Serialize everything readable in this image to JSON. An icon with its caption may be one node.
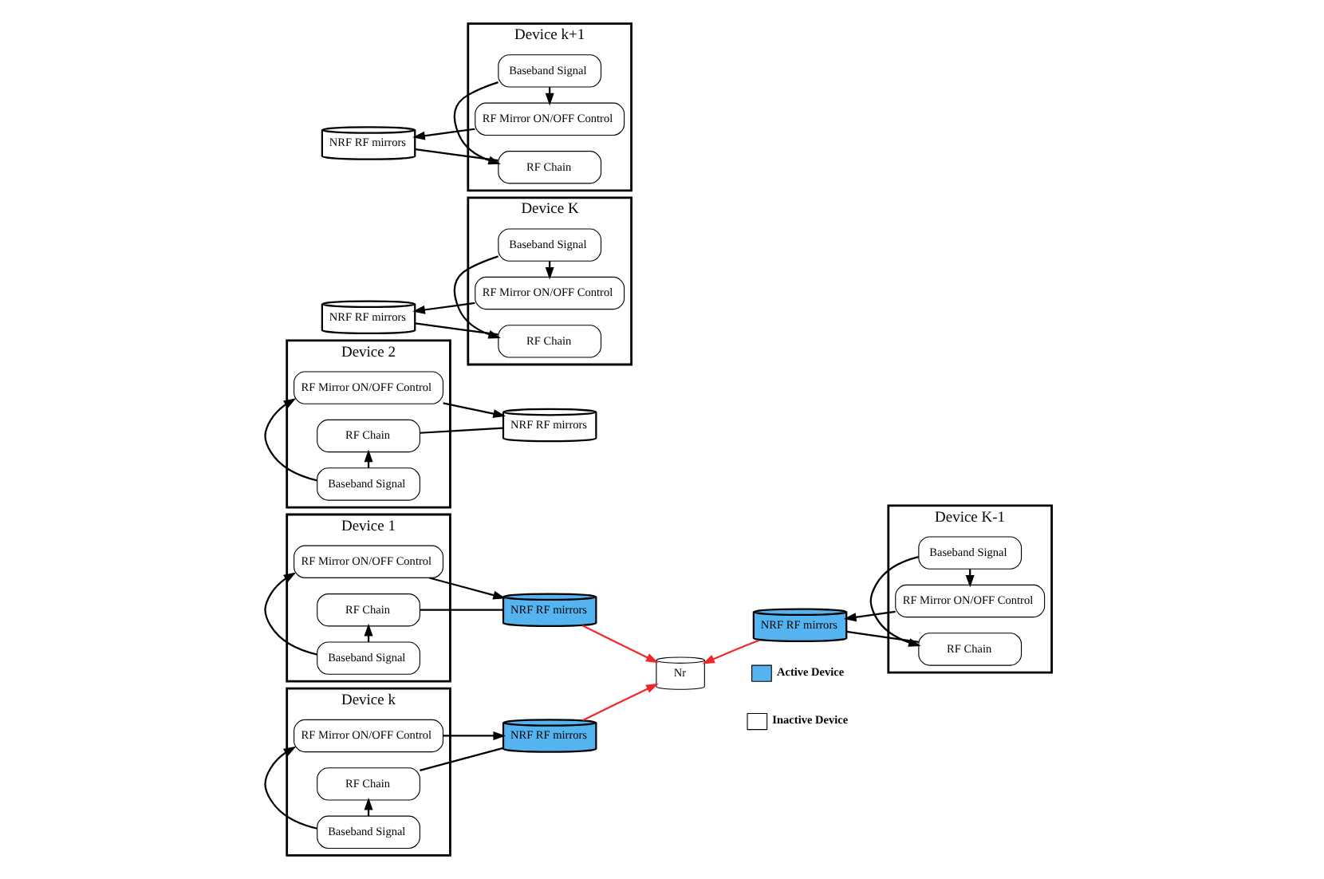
{
  "diagram": {
    "nodes": [
      {
        "text": [
          "Device 1"
        ]
      },
      {
        "text": [
          "RF Mirror ON/OFF Control"
        ],
        "in": 0
      },
      {
        "text": [
          "Baseband Signal"
        ],
        "in": 0
      },
      {
        "text": [
          "RF Chain"
        ],
        "in": 0
      },
      {
        "text": [
          "NRF RF mirrors"
        ]
      },
      {
        "text": [
          "Device 2"
        ]
      },
      {
        "text": [
          "RF Mirror ON/OFF Control"
        ],
        "in": 5
      },
      {
        "text": [
          "Baseband Signal"
        ],
        "in": 5
      },
      {
        "text": [
          "RF Chain"
        ],
        "in": 5
      },
      {
        "text": [
          "NRF RF mirrors"
        ]
      },
      {
        "text": [
          "Device k"
        ]
      },
      {
        "text": [
          "RF Mirror ON/OFF Control"
        ],
        "in": 10
      },
      {
        "text": [
          "Baseband Signal"
        ],
        "in": 10
      },
      {
        "text": [
          "RF Chain"
        ],
        "in": 10
      },
      {
        "text": [
          "NRF RF mirrors"
        ]
      },
      {
        "text": [
          "Device K"
        ]
      },
      {
        "text": [
          "RF Mirror ON/OFF Control"
        ],
        "in": 15
      },
      {
        "text": [
          "Baseband Signal"
        ],
        "in": 15
      },
      {
        "text": [
          "RF Chain"
        ],
        "in": 15
      },
      {
        "text": [
          "NRF RF mirrors"
        ]
      },
      {
        "text": [
          "Device K-1"
        ]
      },
      {
        "text": [
          "RF Mirror ON/OFF Control"
        ],
        "in": 20
      },
      {
        "text": [
          "Baseband Signal"
        ],
        "in": 20
      },
      {
        "text": [
          "RF Chain"
        ],
        "in": 20
      },
      {
        "text": [
          "NRF RF mirrors"
        ]
      },
      {
        "text": [
          "Device k+1"
        ]
      },
      {
        "text": [
          "RF Mirror ON/OFF Control"
        ],
        "in": 25
      },
      {
        "text": [
          "Baseband Signal"
        ],
        "in": 25
      },
      {
        "text": [
          "RF Chain"
        ],
        "in": 25
      },
      {
        "text": [
          "NRF RF mirrors"
        ]
      },
      {
        "text": [
          "Nr"
        ]
      }
    ],
    "edges": [
      {
        "from": 1,
        "to": 4,
        "arrow": "to"
      },
      {
        "from": 2,
        "to": 1,
        "arrow": "to"
      },
      {
        "from": 2,
        "to": 3,
        "arrow": "to"
      },
      {
        "from": 3,
        "to": 4,
        "arrow": "none"
      },
      {
        "from": 6,
        "to": 9,
        "arrow": "to"
      },
      {
        "from": 7,
        "to": 6,
        "arrow": "to"
      },
      {
        "from": 7,
        "to": 8,
        "arrow": "to"
      },
      {
        "from": 8,
        "to": 9,
        "arrow": "none"
      },
      {
        "from": 11,
        "to": 14,
        "arrow": "to"
      },
      {
        "from": 12,
        "to": 11,
        "arrow": "to"
      },
      {
        "from": 12,
        "to": 13,
        "arrow": "to"
      },
      {
        "from": 13,
        "to": 14,
        "arrow": "none"
      },
      {
        "from": 16,
        "to": 19,
        "arrow": "to"
      },
      {
        "from": 17,
        "to": 16,
        "arrow": "to"
      },
      {
        "from": 17,
        "to": 18,
        "arrow": "to"
      },
      {
        "from": 18,
        "to": 19,
        "arrow": "none"
      },
      {
        "from": 21,
        "to": 24,
        "arrow": "to"
      },
      {
        "from": 22,
        "to": 21,
        "arrow": "to"
      },
      {
        "from": 22,
        "to": 23,
        "arrow": "to"
      },
      {
        "from": 23,
        "to": 24,
        "arrow": "none"
      },
      {
        "from": 26,
        "to": 29,
        "arrow": "to"
      },
      {
        "from": 27,
        "to": 26,
        "arrow": "to"
      },
      {
        "from": 27,
        "to": 28,
        "arrow": "to"
      },
      {
        "from": 28,
        "to": 29,
        "arrow": "none"
      },
      {
        "from": 4,
        "to": 30,
        "arrow": "to",
        "color": "#f02828"
      },
      {
        "from": 14,
        "to": 30,
        "arrow": "to",
        "color": "#f02828"
      },
      {
        "from": 24,
        "to": 30,
        "arrow": "to",
        "color": "#f02828"
      }
    ],
    "legend": [
      {
        "text": "Active Device"
      },
      {
        "text": "Inactive Device"
      }
    ]
  }
}
